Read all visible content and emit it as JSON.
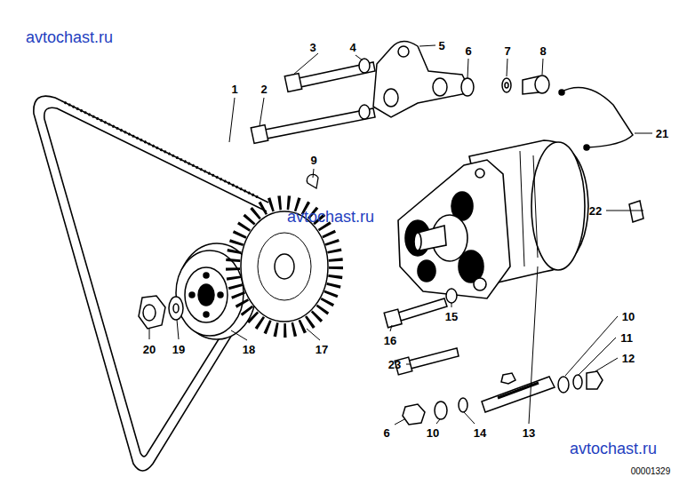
{
  "diagram": {
    "labels": [
      "avtochast.ru",
      "3",
      "4",
      "5",
      "6",
      "7",
      "8",
      "1",
      "2",
      "21",
      "9",
      "avtochast.ru",
      "22",
      "10",
      "11",
      "12",
      "15",
      "20",
      "19",
      "18",
      "17",
      "16",
      "23",
      "6",
      "10",
      "14",
      "13",
      "avtochast.ru",
      "00001329"
    ]
  }
}
